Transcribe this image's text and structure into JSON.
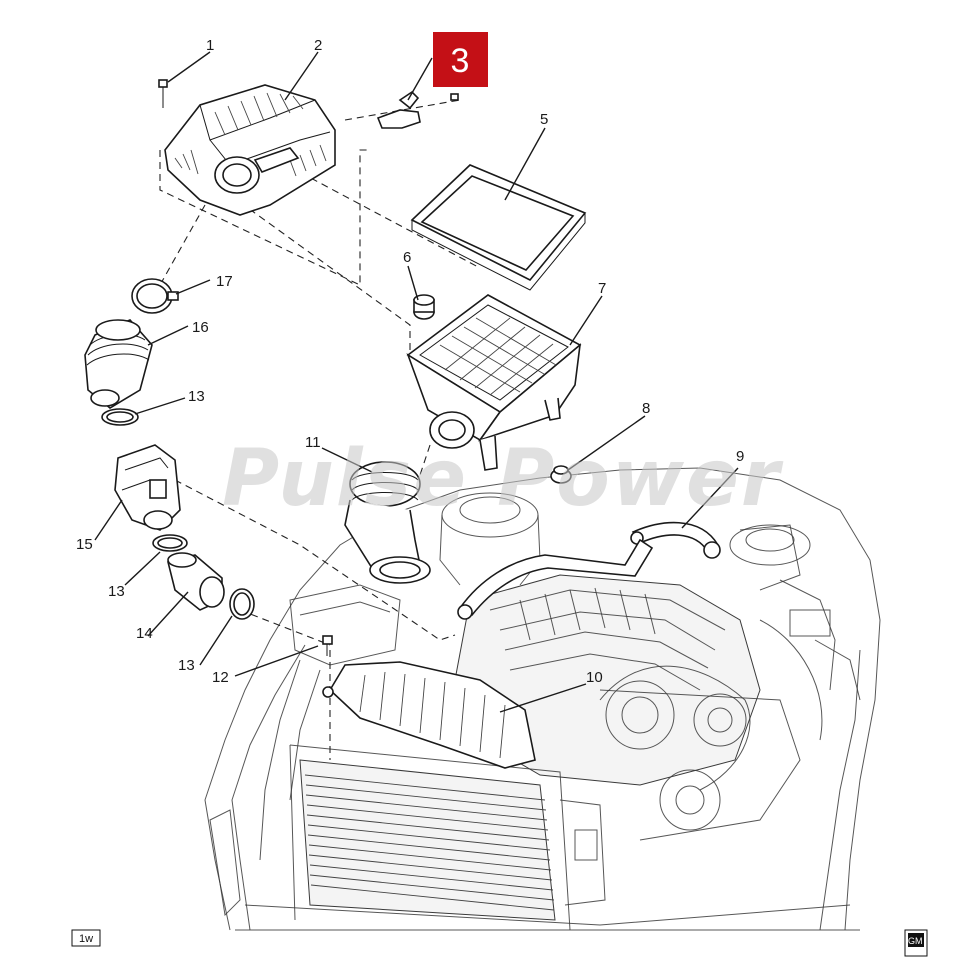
{
  "highlight_badge": {
    "label": "3",
    "color": "#c41016"
  },
  "watermark": "Pulse Power",
  "corner_tag_left": "1w",
  "corner_tag_right": "GM",
  "callouts": [
    {
      "id": "1",
      "label": "1"
    },
    {
      "id": "2",
      "label": "2"
    },
    {
      "id": "5",
      "label": "5"
    },
    {
      "id": "6",
      "label": "6"
    },
    {
      "id": "7",
      "label": "7"
    },
    {
      "id": "8",
      "label": "8"
    },
    {
      "id": "9",
      "label": "9"
    },
    {
      "id": "10",
      "label": "10"
    },
    {
      "id": "11",
      "label": "11"
    },
    {
      "id": "12",
      "label": "12"
    },
    {
      "id": "13a",
      "label": "13"
    },
    {
      "id": "13b",
      "label": "13"
    },
    {
      "id": "13c",
      "label": "13"
    },
    {
      "id": "14",
      "label": "14"
    },
    {
      "id": "15",
      "label": "15"
    },
    {
      "id": "16",
      "label": "16"
    },
    {
      "id": "17",
      "label": "17"
    }
  ]
}
